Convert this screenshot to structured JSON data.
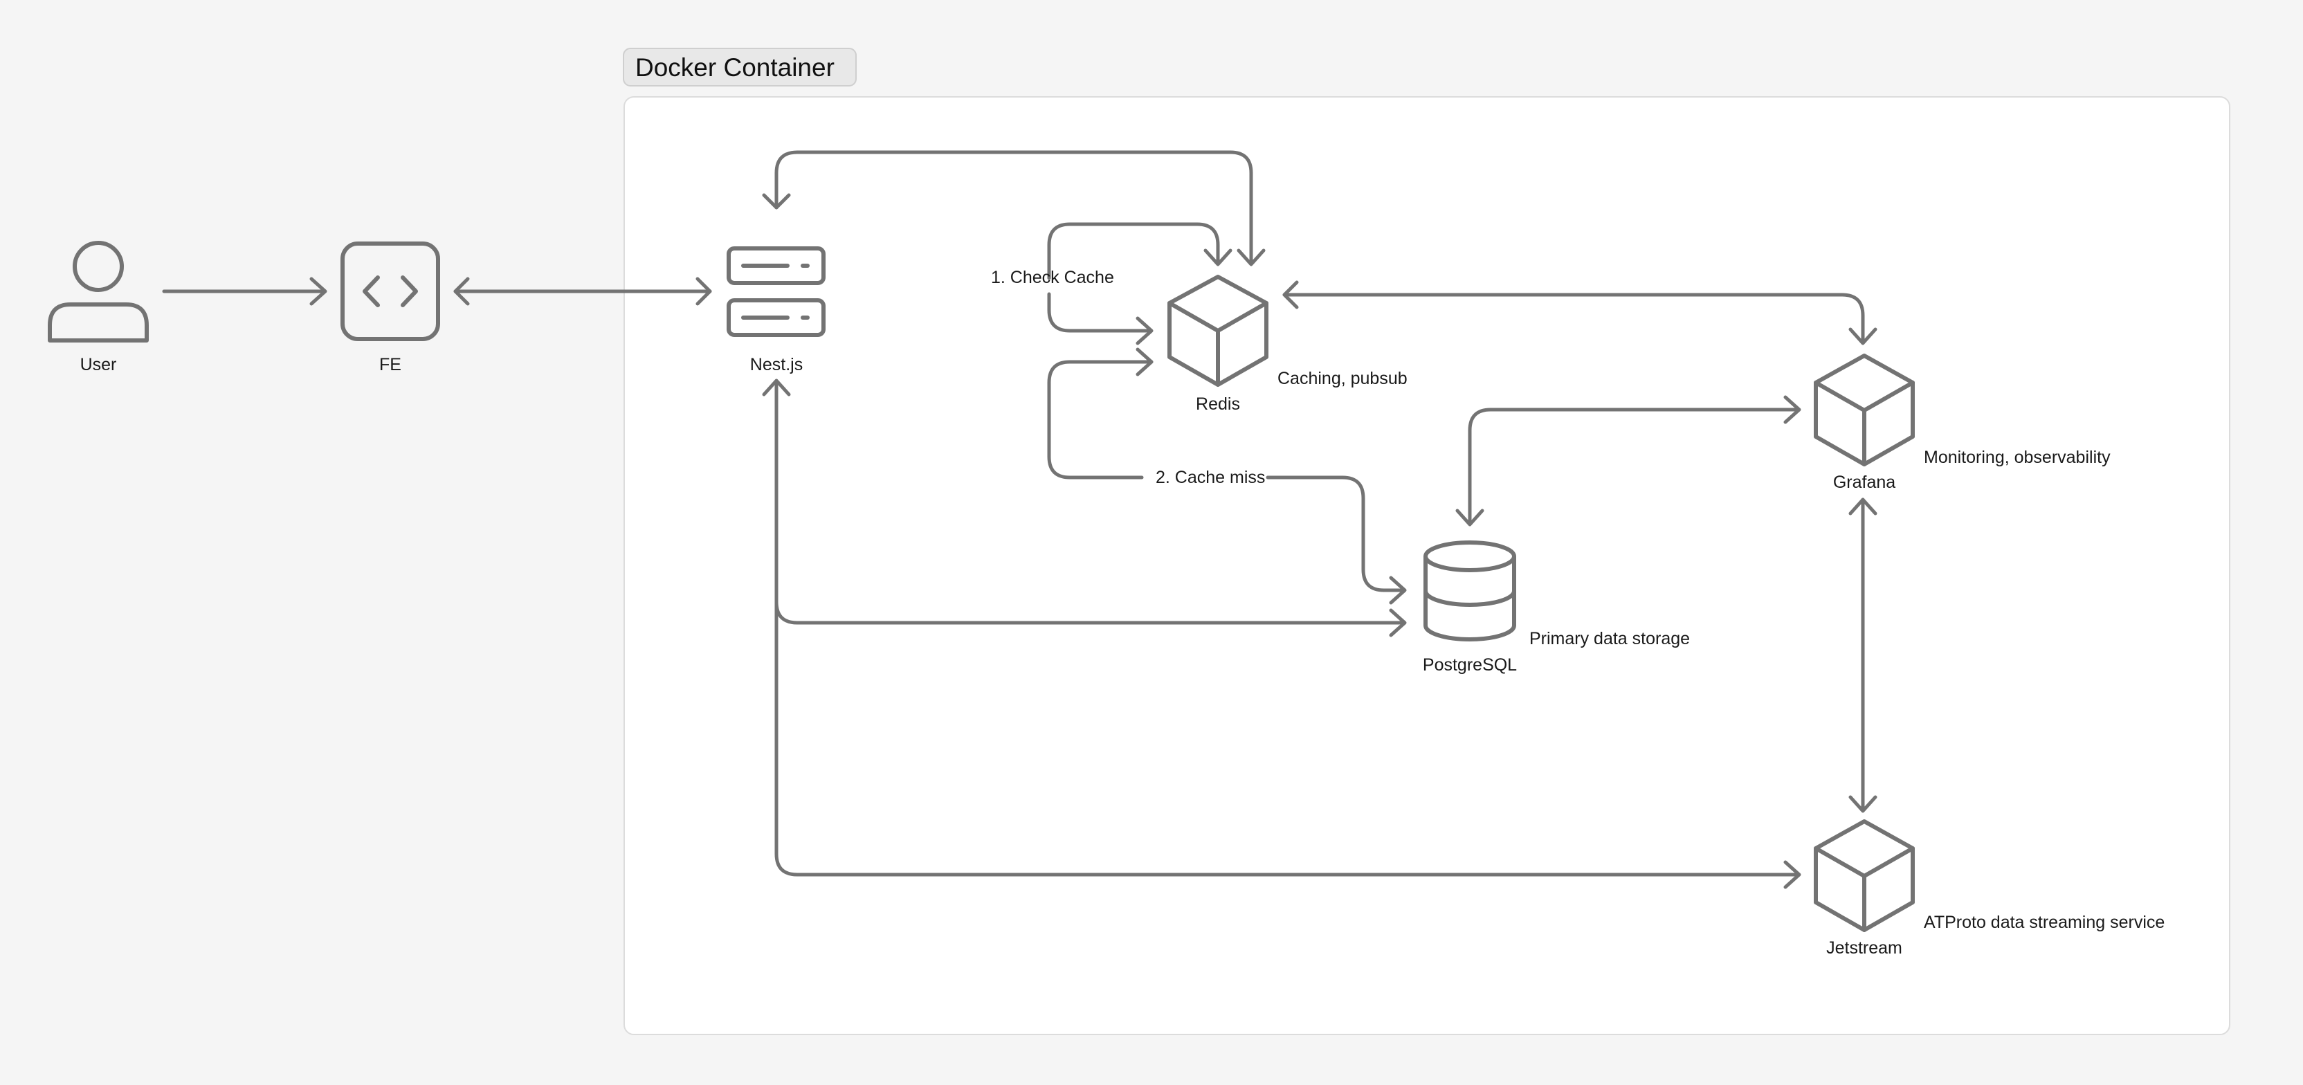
{
  "container": {
    "title": "Docker Container"
  },
  "nodes": {
    "user": {
      "label": "User",
      "icon": "person-icon"
    },
    "fe": {
      "label": "FE",
      "icon": "code-icon"
    },
    "nest": {
      "label": "Nest.js",
      "icon": "server-icon"
    },
    "redis": {
      "label": "Redis",
      "description": "Caching, pubsub",
      "icon": "cube-icon"
    },
    "postgres": {
      "label": "PostgreSQL",
      "description": "Primary data storage",
      "icon": "database-icon"
    },
    "grafana": {
      "label": "Grafana",
      "description": "Monitoring, observability",
      "icon": "cube-icon"
    },
    "jetstream": {
      "label": "Jetstream",
      "description": "ATProto data streaming service",
      "icon": "cube-icon"
    }
  },
  "edges": {
    "check_cache": "1. Check Cache",
    "cache_miss": "2. Cache miss"
  },
  "colors": {
    "stroke": "#737373",
    "background": "#f5f5f5",
    "container": "#ffffff"
  }
}
